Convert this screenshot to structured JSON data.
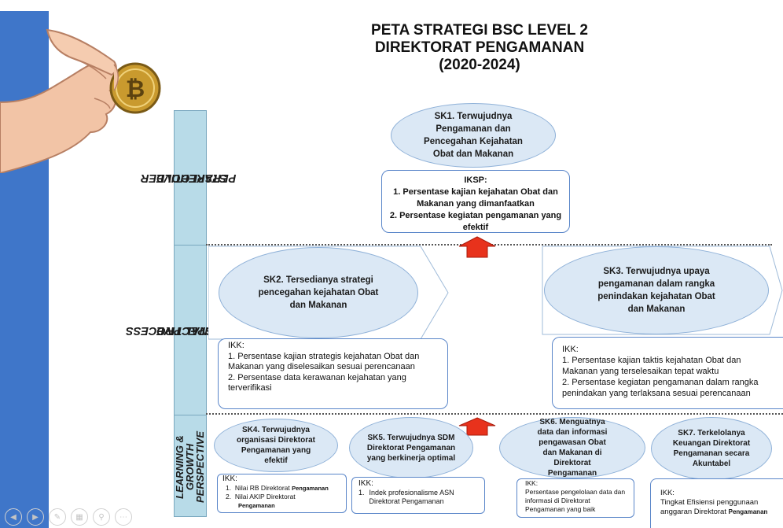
{
  "title": {
    "line1": "PETA STRATEGI BSC LEVEL 2",
    "line2": "DIREKTORAT PENGAMANAN",
    "line3": "(2020-2024)"
  },
  "perspectives": {
    "stakeholder": {
      "line1": "STAKEHOLDER",
      "line2": "PERSPECTIVE"
    },
    "internal": {
      "line1": "INTERNAL PROCESS",
      "line2": "PERSPECTIVE"
    },
    "learning": {
      "line1": "LEARNING &",
      "line2": "GROWTH",
      "line3": "PERSPECTIVE"
    }
  },
  "sk1": {
    "text": "SK1. Terwujudnya Pengamanan dan Pencegahan Kejahatan Obat dan Makanan"
  },
  "iksp": {
    "heading": "IKSP:",
    "item1": "1. Persentase kajian kejahatan Obat dan Makanan yang dimanfaatkan",
    "item2": "2. Persentase kegiatan pengamanan yang efektif"
  },
  "sk2": {
    "text": "SK2. Tersedianya strategi pencegahan kejahatan Obat dan Makanan"
  },
  "sk2_ikk": {
    "heading": "IKK:",
    "item1": "1. Persentase kajian strategis kejahatan Obat dan Makanan yang diselesaikan sesuai perencanaan",
    "item2": "2. Persentase data kerawanan kejahatan yang terverifikasi"
  },
  "sk3": {
    "text": "SK3. Terwujudnya upaya pengamanan dalam rangka penindakan kejahatan Obat dan Makanan"
  },
  "sk3_ikk": {
    "heading": "IKK:",
    "item1": "1. Persentase kajian taktis kejahatan Obat dan Makanan yang terselesaikan tepat waktu",
    "item2": "2. Persentase kegiatan pengamanan dalam rangka penindakan yang terlaksana sesuai perencanaan"
  },
  "sk4": {
    "text": "SK4. Terwujudnya organisasi Direktorat Pengamanan yang efektif"
  },
  "sk4_ikk": {
    "heading": "IKK:",
    "item1_num": "1.",
    "item1_text": "Nilai RB Direktorat",
    "item1_bold": "Pengamanan",
    "item2_num": "2.",
    "item2_text": "Nilai AKIP Direktorat",
    "item2_bold": "Pengamanan"
  },
  "sk5": {
    "text": "SK5. Terwujudnya SDM Direktorat Pengamanan yang berkinerja optimal"
  },
  "sk5_ikk": {
    "heading": "IKK:",
    "item1_num": "1.",
    "item1_text": "Indek profesionalisme ASN Direktorat Pengamanan"
  },
  "sk6": {
    "text": "SK6. Menguatnya data dan informasi pengawasan Obat dan Makanan di Direktorat Pengamanan"
  },
  "sk6_ikk": {
    "heading": "IKK:",
    "item1": "Persentase pengelolaan data dan informasi di Direktorat Pengamanan yang baik"
  },
  "sk7": {
    "text": "SK7. Terkelolanya Keuangan Direktorat Pengamanan secara Akuntabel"
  },
  "sk7_ikk": {
    "heading": "IKK:",
    "item1_text": "Tingkat Efisiensi penggunaan anggaran Direktorat",
    "item1_bold": "Pengamanan"
  },
  "colors": {
    "sidebar": "#3f76c9",
    "perspective_fill": "#b8dbe8",
    "ellipse_fill": "#dbe8f5",
    "box_border": "#5a86c9",
    "arrow": "#e8321c"
  },
  "icons": {
    "illustration": "hand-holding-bitcoin",
    "nav": [
      "prev-slide-icon",
      "next-slide-icon",
      "pen-icon",
      "slides-icon",
      "zoom-icon",
      "more-icon"
    ]
  }
}
